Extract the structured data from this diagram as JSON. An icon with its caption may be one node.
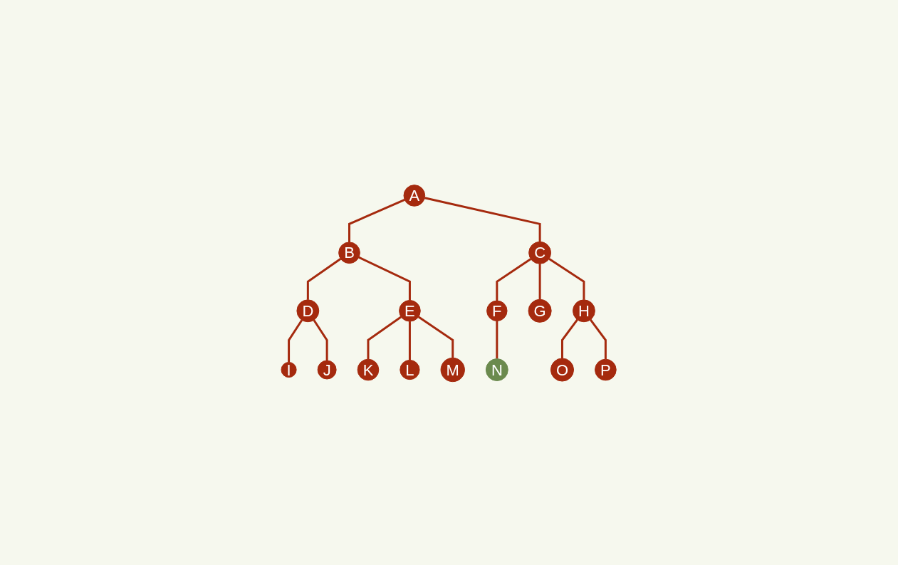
{
  "diagram": {
    "nodes": [
      {
        "text": [
          "A"
        ]
      },
      {
        "text": [
          "B"
        ]
      },
      {
        "text": [
          "C"
        ]
      },
      {
        "text": [
          "D"
        ]
      },
      {
        "text": [
          "E"
        ]
      },
      {
        "text": [
          "F"
        ]
      },
      {
        "text": [
          "G"
        ]
      },
      {
        "text": [
          "H"
        ]
      },
      {
        "text": [
          "I"
        ]
      },
      {
        "text": [
          "J"
        ]
      },
      {
        "text": [
          "K"
        ]
      },
      {
        "text": [
          "L"
        ]
      },
      {
        "text": [
          "M"
        ]
      },
      {
        "text": [
          "N"
        ]
      },
      {
        "text": [
          "O"
        ]
      },
      {
        "text": [
          "P"
        ]
      }
    ],
    "edges": [
      {
        "from": 0,
        "to": 1,
        "arrow": "none"
      },
      {
        "from": 0,
        "to": 2,
        "arrow": "none"
      },
      {
        "from": 1,
        "to": 3,
        "arrow": "none"
      },
      {
        "from": 1,
        "to": 4,
        "arrow": "none"
      },
      {
        "from": 2,
        "to": 5,
        "arrow": "none"
      },
      {
        "from": 2,
        "to": 6,
        "arrow": "none"
      },
      {
        "from": 2,
        "to": 7,
        "arrow": "none"
      },
      {
        "from": 3,
        "to": 8,
        "arrow": "none"
      },
      {
        "from": 3,
        "to": 9,
        "arrow": "none"
      },
      {
        "from": 4,
        "to": 10,
        "arrow": "none"
      },
      {
        "from": 4,
        "to": 11,
        "arrow": "none"
      },
      {
        "from": 4,
        "to": 12,
        "arrow": "none"
      },
      {
        "from": 5,
        "to": 13,
        "arrow": "none"
      },
      {
        "from": 7,
        "to": 14,
        "arrow": "none"
      },
      {
        "from": 7,
        "to": 15,
        "arrow": "none"
      }
    ]
  }
}
